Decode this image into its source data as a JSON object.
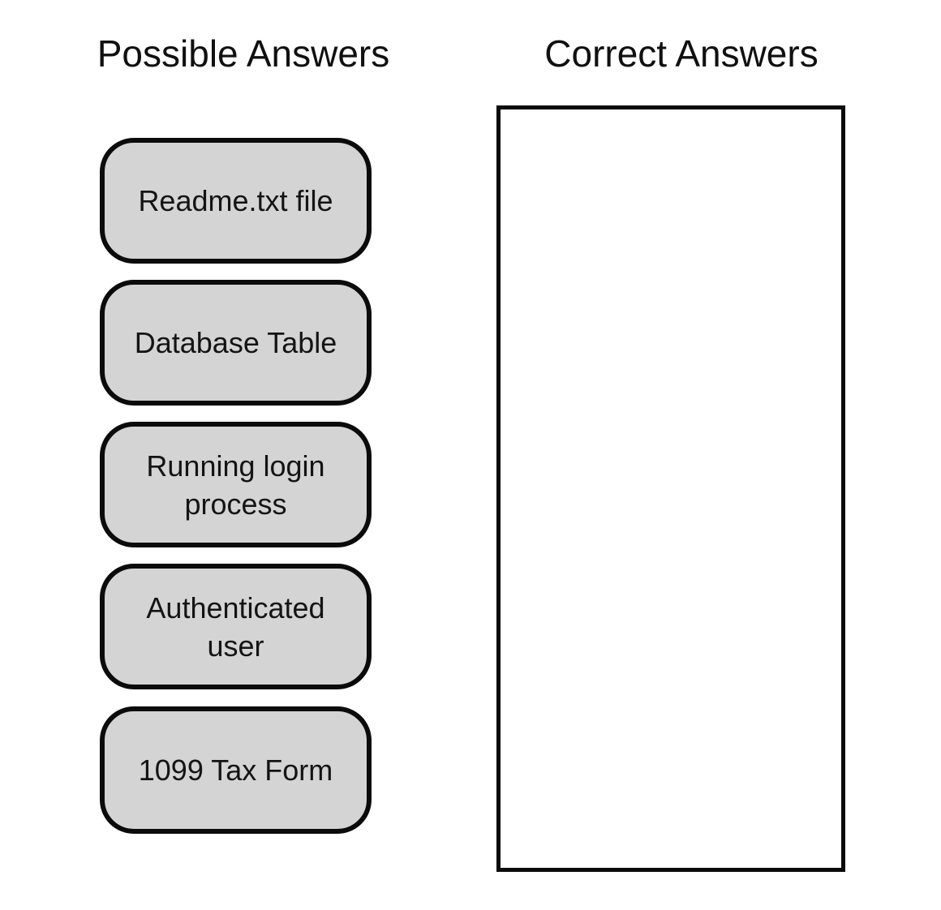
{
  "page": {
    "background_color": "#ffffff",
    "text_color": "#141414"
  },
  "columns": {
    "possible": {
      "title": "Possible Answers"
    },
    "correct": {
      "title": "Correct Answers"
    }
  },
  "answers": [
    {
      "label": "Readme.txt file"
    },
    {
      "label": "Database Table"
    },
    {
      "label": "Running login process"
    },
    {
      "label": "Authenticated user"
    },
    {
      "label": "1099 Tax Form"
    }
  ],
  "dropzone": {
    "contents": "",
    "border_color": "#0b0b0b"
  },
  "colors": {
    "answer_fill": "#d4d4d4",
    "answer_border": "#0b0b0b"
  }
}
